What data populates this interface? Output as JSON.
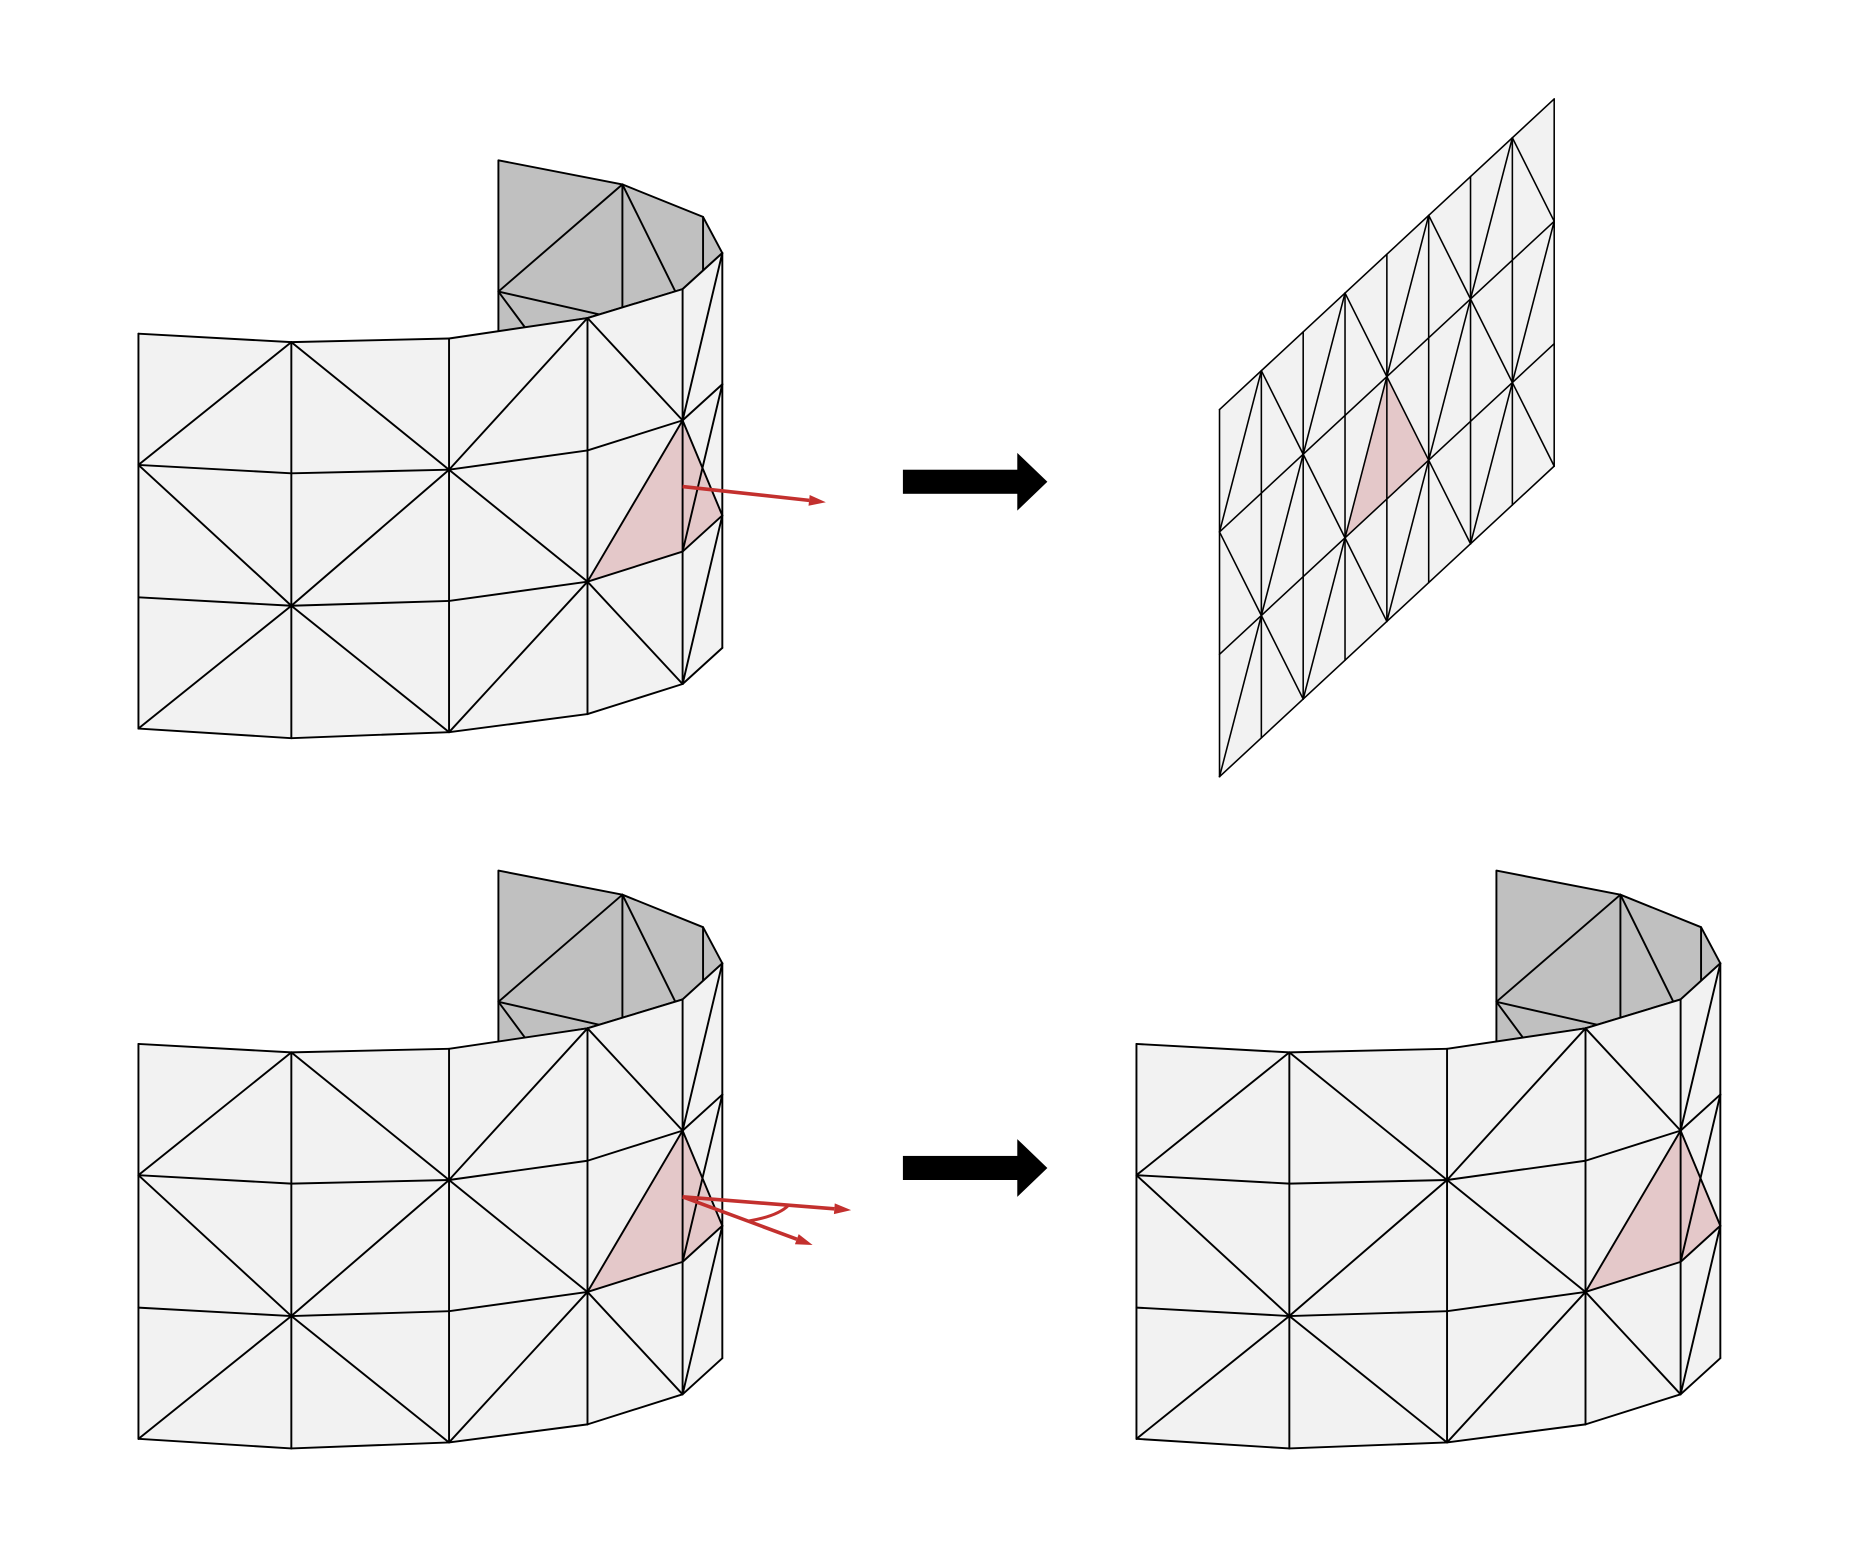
{
  "colors": {
    "background": "#ffffff",
    "mesh_face": "#f2f2f2",
    "mesh_back_face": "#c0c0c0",
    "mesh_edge": "#000000",
    "highlight_triangle": "#e4c8c9",
    "normal_arrow": "#c3302e",
    "transition_arrow": "#000000"
  },
  "panels": [
    {
      "id": "curved-mesh-single-normal",
      "shows_normal_arrows": 1,
      "highlighted_triangles": 1
    },
    {
      "id": "flattened-mesh",
      "highlighted_triangles": 1
    },
    {
      "id": "curved-mesh-two-normals-with-angle",
      "shows_normal_arrows": 2,
      "highlighted_triangles": 1
    },
    {
      "id": "curved-mesh-result",
      "highlighted_triangles": 1
    }
  ]
}
